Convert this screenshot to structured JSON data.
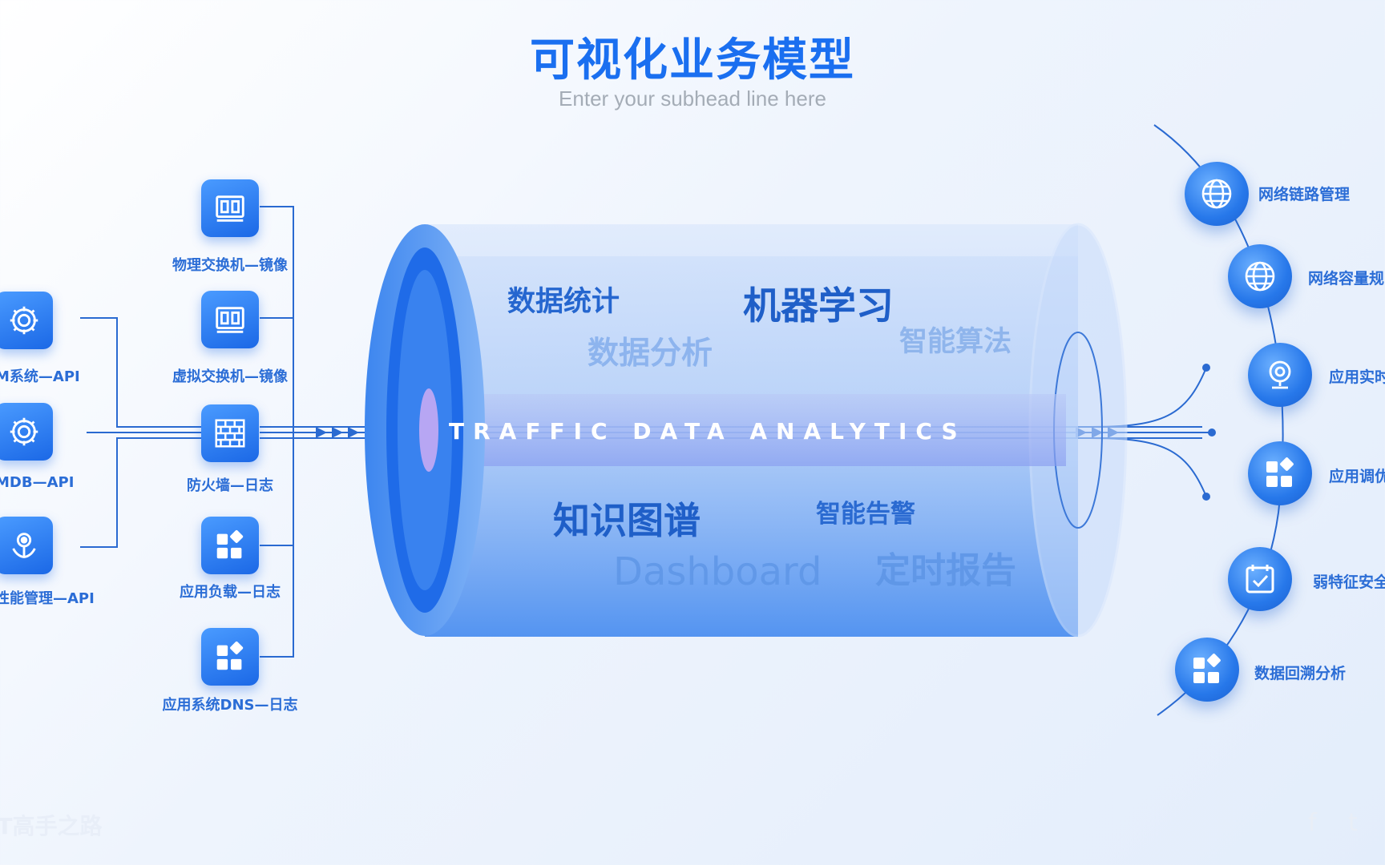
{
  "header": {
    "title": "可视化业务模型",
    "subtitle": "Enter your subhead line here"
  },
  "sources_left": [
    {
      "label": "M系统—API",
      "icon": "gear-icon"
    },
    {
      "label": "MDB—API",
      "icon": "gear-icon"
    },
    {
      "label": "性能管理—API",
      "icon": "location-hand-icon"
    }
  ],
  "sources_mid": [
    {
      "label": "物理交换机—镜像",
      "icon": "switch-icon"
    },
    {
      "label": "虚拟交换机—镜像",
      "icon": "switch-icon"
    },
    {
      "label": "防火墙—日志",
      "icon": "firewall-icon"
    },
    {
      "label": "应用负载—日志",
      "icon": "apps-icon"
    },
    {
      "label": "应用系统DNS—日志",
      "icon": "apps-icon"
    }
  ],
  "cylinder": {
    "banner": "TRAFFIC DATA ANALYTICS",
    "words": [
      {
        "text": "数据统计",
        "color": "#2566cf"
      },
      {
        "text": "机器学习",
        "color": "#1f5fc8"
      },
      {
        "text": "数据分析",
        "color": "#8db4ee"
      },
      {
        "text": "智能算法",
        "color": "#8fb5ec"
      },
      {
        "text": "知识图谱",
        "color": "#1f5fc8"
      },
      {
        "text": "智能告警",
        "color": "#2a6ad1"
      },
      {
        "text": "Dashboard",
        "color": "#5d95e6"
      },
      {
        "text": "定时报告",
        "color": "#5d95e6"
      }
    ]
  },
  "outputs": [
    {
      "label": "网络链路管理",
      "icon": "globe-icon"
    },
    {
      "label": "网络容量规",
      "icon": "globe-icon"
    },
    {
      "label": "应用实时",
      "icon": "webcam-icon"
    },
    {
      "label": "应用调优",
      "icon": "apps-icon"
    },
    {
      "label": "弱特征安全",
      "icon": "calendar-check-icon"
    },
    {
      "label": "数据回溯分析",
      "icon": "apps-icon"
    }
  ],
  "footer": {
    "brand": "IT高手之路",
    "facebook": "f",
    "twitter": "t"
  },
  "colors": {
    "accent": "#1a6ff0",
    "line": "#2a6ad1"
  }
}
